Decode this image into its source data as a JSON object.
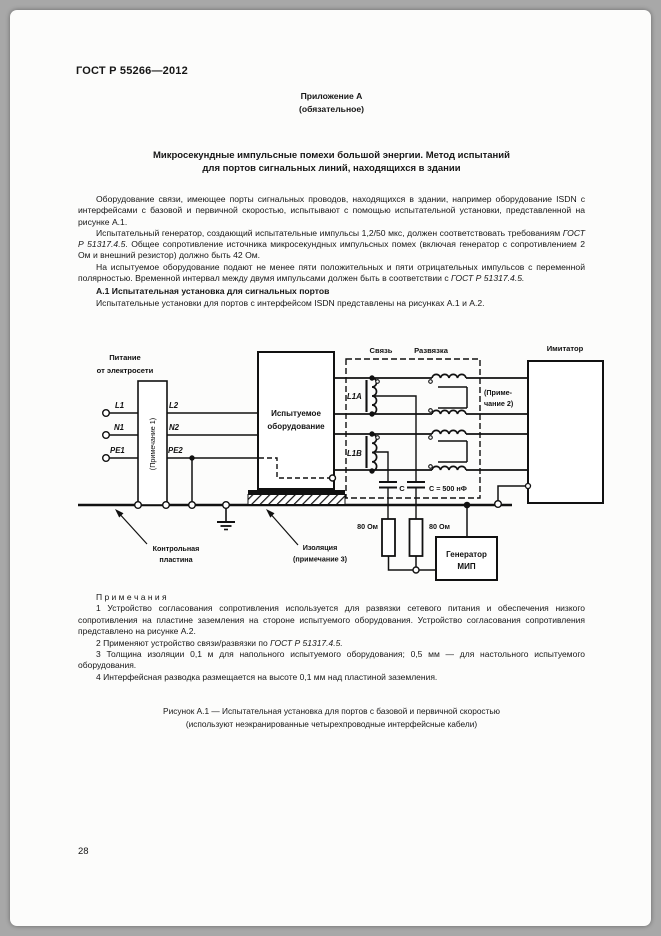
{
  "page": {
    "number": "28"
  },
  "header": {
    "doc_code": "ГОСТ Р 55266—2012"
  },
  "annex": {
    "title": "Приложение А",
    "subtitle": "(обязательное)"
  },
  "title": {
    "line1": "Микросекундные импульсные помехи большой энергии. Метод испытаний",
    "line2": "для портов сигнальных линий, находящихся в здании"
  },
  "paragraphs": {
    "p1": "Оборудование связи, имеющее порты сигнальных проводов, находящихся в здании, например оборудование ISDN с интерфейсами с базовой и первичной скоростью, испытывают с помощью испытательной установки, представленной на рисунке А.1.",
    "p2a": "Испытательный генератор, создающий испытательные импульсы 1,2/50 мкс, должен соответствовать требованиям ",
    "p2b": "ГОСТ Р 51317.4.5",
    "p2c": ". Общее сопротивление источника микросекундных импульсных помех (включая генератор с сопротивлением 2 Ом и внешний резистор) должно быть 42 Ом.",
    "p3a": "На испытуемое оборудование подают не менее пяти положительных и пяти отрицательных импульсов с переменной полярностью. Временной интервал между двумя импульсами должен быть в соответствии с ",
    "p3b": "ГОСТ Р 51317.4.5.",
    "heading_a1": "А.1 Испытательная установка для сигнальных портов",
    "p4": "Испытательные установки для портов с интерфейсом ISDN представлены на рисунках А.1 и А.2."
  },
  "diagram": {
    "power_label_1": "Питание",
    "power_label_2": "от электросети",
    "terminals": {
      "l1": "L1",
      "n1": "N1",
      "pe1": "PE1",
      "l2": "L2",
      "n2": "N2",
      "pe2": "PE2"
    },
    "matching_box_note": "(Примечание 1)",
    "eut_1": "Испытуемое",
    "eut_2": "оборудование",
    "coupling_label": "Связь",
    "decoupling_label": "Развязка",
    "simulator_label": "Имитатор",
    "inductor_a": "L1A",
    "inductor_b": "L1B",
    "note2_1": "(Приме-",
    "note2_2": "чание 2)",
    "cap_symbol": "С",
    "cap_value": "С = 500 нФ",
    "resistor_left": "80 Ом",
    "resistor_right": "80 Ом",
    "generator_1": "Генератор",
    "generator_2": "МИП",
    "ref_plate_1": "Контрольная",
    "ref_plate_2": "пластина",
    "insulation_1": "Изоляция",
    "insulation_2": "(примечание 3)"
  },
  "notes": {
    "heading": "П р и м е ч а н и я",
    "n1": "1 Устройство согласования сопротивления используется для развязки сетевого питания и обеспечения низкого сопротивления на пластине заземления на стороне испытуемого оборудования. Устройство согласования сопротивления представлено на рисунке А.2.",
    "n2a": "2 Применяют устройство связи/развязки по ",
    "n2b": "ГОСТ Р 51317.4.5.",
    "n3": "3 Толщина изоляции 0,1 м для напольного испытуемого оборудования; 0,5 мм — для настольного испытуемого оборудования.",
    "n4": "4 Интерфейсная разводка размещается на высоте 0,1 мм над пластиной заземления."
  },
  "caption": {
    "line1": "Рисунок А.1 — Испытательная установка для портов с базовой и первичной скоростью",
    "line2": "(используют неэкранированные четырехпроводные интерфейсные кабели)"
  }
}
